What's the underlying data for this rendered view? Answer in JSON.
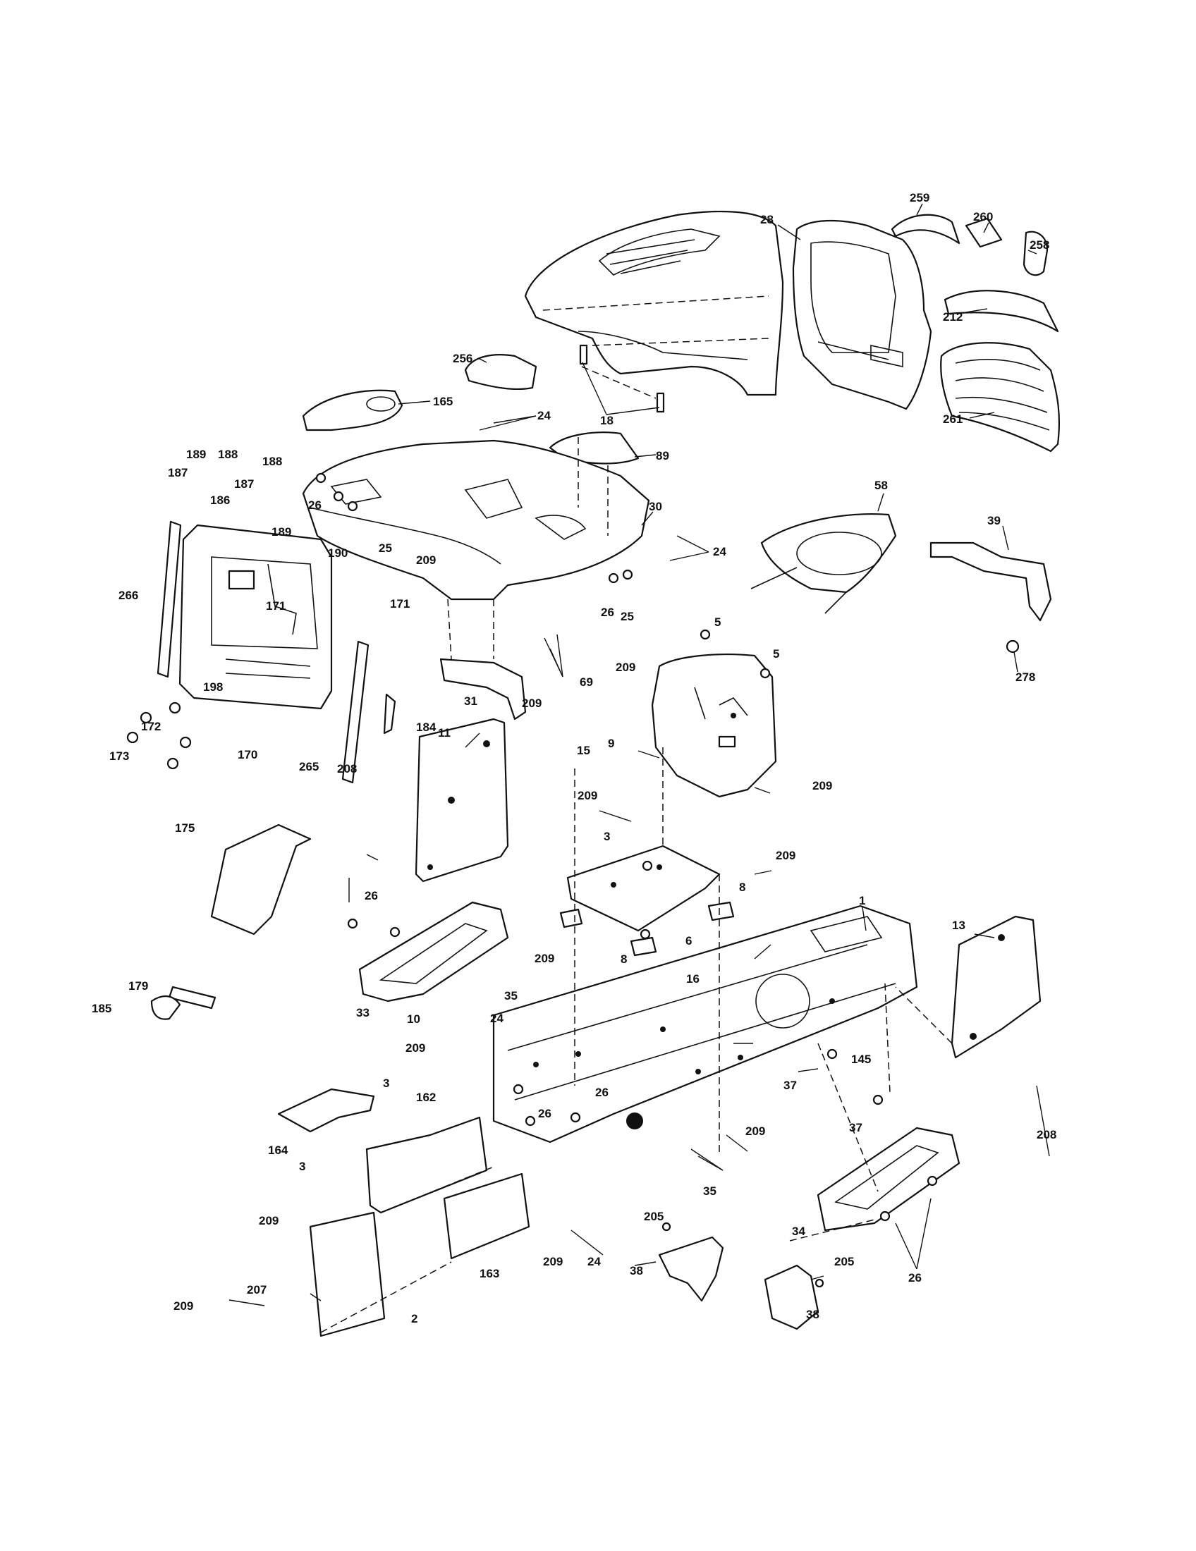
{
  "diagram": {
    "type": "exploded-parts-diagram",
    "callouts": [
      {
        "id": "c259",
        "text": "259"
      },
      {
        "id": "c260",
        "text": "260"
      },
      {
        "id": "c258",
        "text": "258"
      },
      {
        "id": "c28",
        "text": "28"
      },
      {
        "id": "c212",
        "text": "212"
      },
      {
        "id": "c261",
        "text": "261"
      },
      {
        "id": "c256",
        "text": "256"
      },
      {
        "id": "c165",
        "text": "165"
      },
      {
        "id": "c18",
        "text": "18"
      },
      {
        "id": "c24a",
        "text": "24"
      },
      {
        "id": "c89",
        "text": "89"
      },
      {
        "id": "c189a",
        "text": "189"
      },
      {
        "id": "c188a",
        "text": "188"
      },
      {
        "id": "c187a",
        "text": "187"
      },
      {
        "id": "c188b",
        "text": "188"
      },
      {
        "id": "c186",
        "text": "186"
      },
      {
        "id": "c187b",
        "text": "187"
      },
      {
        "id": "c189b",
        "text": "189"
      },
      {
        "id": "c26a",
        "text": "26"
      },
      {
        "id": "c25a",
        "text": "25"
      },
      {
        "id": "c30",
        "text": "30"
      },
      {
        "id": "c24b",
        "text": "24"
      },
      {
        "id": "c58",
        "text": "58"
      },
      {
        "id": "c39",
        "text": "39"
      },
      {
        "id": "c190",
        "text": "190"
      },
      {
        "id": "c209a",
        "text": "209"
      },
      {
        "id": "c26b",
        "text": "26"
      },
      {
        "id": "c25b",
        "text": "25"
      },
      {
        "id": "c266",
        "text": "266"
      },
      {
        "id": "c171a",
        "text": "171"
      },
      {
        "id": "c171b",
        "text": "171"
      },
      {
        "id": "c5a",
        "text": "5"
      },
      {
        "id": "c5b",
        "text": "5"
      },
      {
        "id": "c278",
        "text": "278"
      },
      {
        "id": "c69",
        "text": "69"
      },
      {
        "id": "c209b",
        "text": "209"
      },
      {
        "id": "c31",
        "text": "31"
      },
      {
        "id": "c209c",
        "text": "209"
      },
      {
        "id": "c198",
        "text": "198"
      },
      {
        "id": "c172",
        "text": "172"
      },
      {
        "id": "c173",
        "text": "173"
      },
      {
        "id": "c170",
        "text": "170"
      },
      {
        "id": "c184",
        "text": "184"
      },
      {
        "id": "c265",
        "text": "265"
      },
      {
        "id": "c9",
        "text": "9"
      },
      {
        "id": "c11",
        "text": "11"
      },
      {
        "id": "c15",
        "text": "15"
      },
      {
        "id": "c209d",
        "text": "209"
      },
      {
        "id": "c208a",
        "text": "208"
      },
      {
        "id": "c209e",
        "text": "209"
      },
      {
        "id": "c175",
        "text": "175"
      },
      {
        "id": "c3a",
        "text": "3"
      },
      {
        "id": "c209f",
        "text": "209"
      },
      {
        "id": "c8a",
        "text": "8"
      },
      {
        "id": "c26c",
        "text": "26"
      },
      {
        "id": "c1",
        "text": "1"
      },
      {
        "id": "c13",
        "text": "13"
      },
      {
        "id": "c209g",
        "text": "209"
      },
      {
        "id": "c6",
        "text": "6"
      },
      {
        "id": "c8b",
        "text": "8"
      },
      {
        "id": "c16",
        "text": "16"
      },
      {
        "id": "c179",
        "text": "179"
      },
      {
        "id": "c185",
        "text": "185"
      },
      {
        "id": "c35a",
        "text": "35"
      },
      {
        "id": "c33",
        "text": "33"
      },
      {
        "id": "c10",
        "text": "10"
      },
      {
        "id": "c24c",
        "text": "24"
      },
      {
        "id": "c209h",
        "text": "209"
      },
      {
        "id": "c145",
        "text": "145"
      },
      {
        "id": "c37a",
        "text": "37"
      },
      {
        "id": "c3b",
        "text": "3"
      },
      {
        "id": "c162",
        "text": "162"
      },
      {
        "id": "c26d",
        "text": "26"
      },
      {
        "id": "c26e",
        "text": "26"
      },
      {
        "id": "c209i",
        "text": "209"
      },
      {
        "id": "c37b",
        "text": "37"
      },
      {
        "id": "c208b",
        "text": "208"
      },
      {
        "id": "c164",
        "text": "164"
      },
      {
        "id": "c3c",
        "text": "3"
      },
      {
        "id": "c35b",
        "text": "35"
      },
      {
        "id": "c34",
        "text": "34"
      },
      {
        "id": "c209j",
        "text": "209"
      },
      {
        "id": "c205a",
        "text": "205"
      },
      {
        "id": "c205b",
        "text": "205"
      },
      {
        "id": "c26f",
        "text": "26"
      },
      {
        "id": "c207",
        "text": "207"
      },
      {
        "id": "c163",
        "text": "163"
      },
      {
        "id": "c209k",
        "text": "209"
      },
      {
        "id": "c24d",
        "text": "24"
      },
      {
        "id": "c38a",
        "text": "38"
      },
      {
        "id": "c38b",
        "text": "38"
      },
      {
        "id": "c209l",
        "text": "209"
      },
      {
        "id": "c2",
        "text": "2"
      }
    ]
  }
}
